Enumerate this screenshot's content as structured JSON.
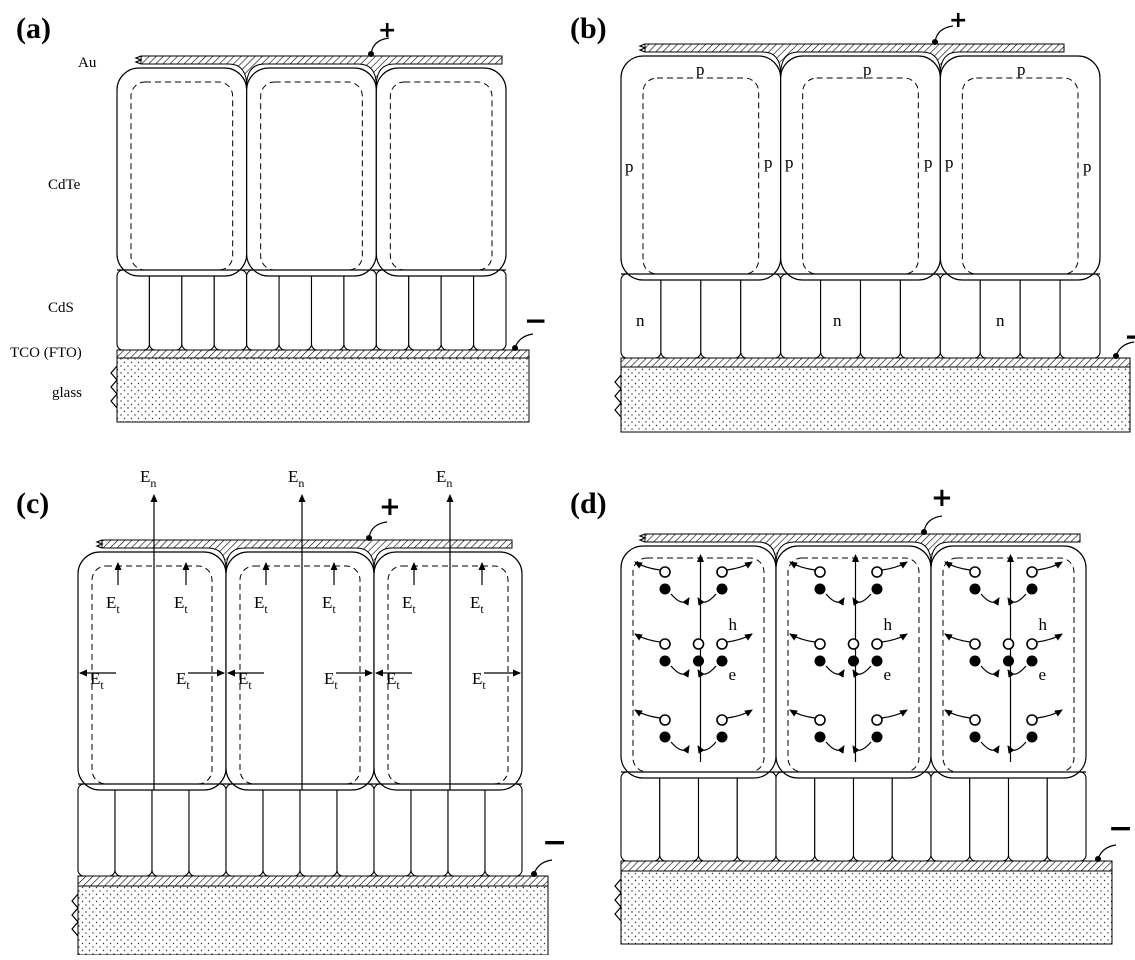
{
  "panels": [
    {
      "label": "(a)",
      "plus": "+",
      "minus": "−"
    },
    {
      "label": "(b)",
      "plus": "+",
      "minus": "−"
    },
    {
      "label": "(c)",
      "plus": "+",
      "minus": "−"
    },
    {
      "label": "(d)",
      "plus": "+",
      "minus": "−"
    }
  ],
  "layers": {
    "au": "Au",
    "cdte": "CdTe",
    "cds": "CdS",
    "tco": "TCO (FTO)",
    "glass": "glass"
  },
  "doping": {
    "p": "p",
    "n": "n"
  },
  "fields": {
    "normal": "E",
    "normal_sub": "n",
    "transverse": "E",
    "transverse_sub": "t"
  },
  "carriers": {
    "hole": "h",
    "electron": "e"
  }
}
